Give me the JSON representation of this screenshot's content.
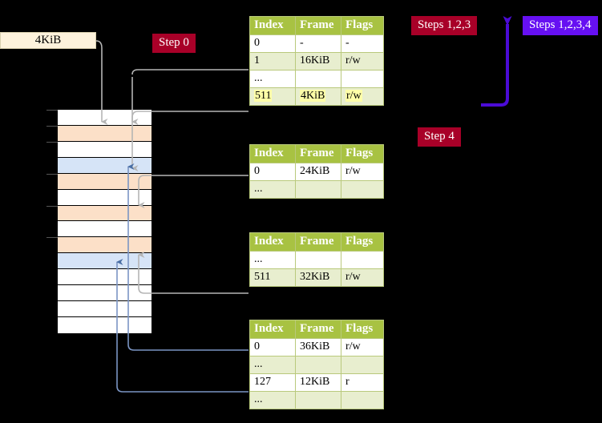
{
  "labels": {
    "size_box": "4KiB",
    "step0": "Step 0",
    "steps123": "Steps 1,2,3",
    "steps1234": "Steps 1,2,3,4",
    "step4": "Step 4"
  },
  "colors": {
    "badge_red": "#a80028",
    "badge_purple": "#6610f2",
    "table_header": "#a8c242",
    "table_alt_row": "#e8eecf",
    "highlight": "#ffffa8",
    "mem_orange": "#fce0c8",
    "mem_blue": "#d6e4f7",
    "box_cream": "#fdf2dc",
    "connector_gray": "#b5b5b5",
    "connector_blue": "#7b95c4"
  },
  "tables": [
    {
      "id": "pml4",
      "headers": [
        "Index",
        "Frame",
        "Flags"
      ],
      "rows": [
        {
          "cells": [
            "0",
            "-",
            "-"
          ],
          "alt": false,
          "highlight": false
        },
        {
          "cells": [
            "1",
            "16KiB",
            "r/w"
          ],
          "alt": true,
          "highlight": false
        },
        {
          "cells": [
            "...",
            "",
            ""
          ],
          "alt": false,
          "highlight": false
        },
        {
          "cells": [
            "511",
            "4KiB",
            "r/w"
          ],
          "alt": true,
          "highlight": true
        }
      ]
    },
    {
      "id": "pdpt",
      "headers": [
        "Index",
        "Frame",
        "Flags"
      ],
      "rows": [
        {
          "cells": [
            "0",
            "24KiB",
            "r/w"
          ],
          "alt": false,
          "highlight": false
        },
        {
          "cells": [
            "...",
            "",
            ""
          ],
          "alt": true,
          "highlight": false
        }
      ]
    },
    {
      "id": "pd",
      "headers": [
        "Index",
        "Frame",
        "Flags"
      ],
      "rows": [
        {
          "cells": [
            "...",
            "",
            ""
          ],
          "alt": false,
          "highlight": false
        },
        {
          "cells": [
            "511",
            "32KiB",
            "r/w"
          ],
          "alt": true,
          "highlight": false
        }
      ]
    },
    {
      "id": "pt",
      "headers": [
        "Index",
        "Frame",
        "Flags"
      ],
      "rows": [
        {
          "cells": [
            "0",
            "36KiB",
            "r/w"
          ],
          "alt": false,
          "highlight": false
        },
        {
          "cells": [
            "...",
            "",
            ""
          ],
          "alt": true,
          "highlight": false
        },
        {
          "cells": [
            "127",
            "12KiB",
            "r"
          ],
          "alt": false,
          "highlight": false
        },
        {
          "cells": [
            "...",
            "",
            ""
          ],
          "alt": true,
          "highlight": false
        }
      ]
    }
  ],
  "memory_grid": {
    "rows": [
      {
        "fill": "white",
        "tick": true
      },
      {
        "fill": "orange",
        "tick": true
      },
      {
        "fill": "white",
        "tick": true
      },
      {
        "fill": "blue",
        "tick": false
      },
      {
        "fill": "orange",
        "tick": true
      },
      {
        "fill": "white",
        "tick": false
      },
      {
        "fill": "orange",
        "tick": true
      },
      {
        "fill": "white",
        "tick": false
      },
      {
        "fill": "orange",
        "tick": true
      },
      {
        "fill": "blue",
        "tick": false
      },
      {
        "fill": "white",
        "tick": false
      },
      {
        "fill": "white",
        "tick": false
      },
      {
        "fill": "white",
        "tick": false
      },
      {
        "fill": "white",
        "tick": false
      }
    ]
  }
}
